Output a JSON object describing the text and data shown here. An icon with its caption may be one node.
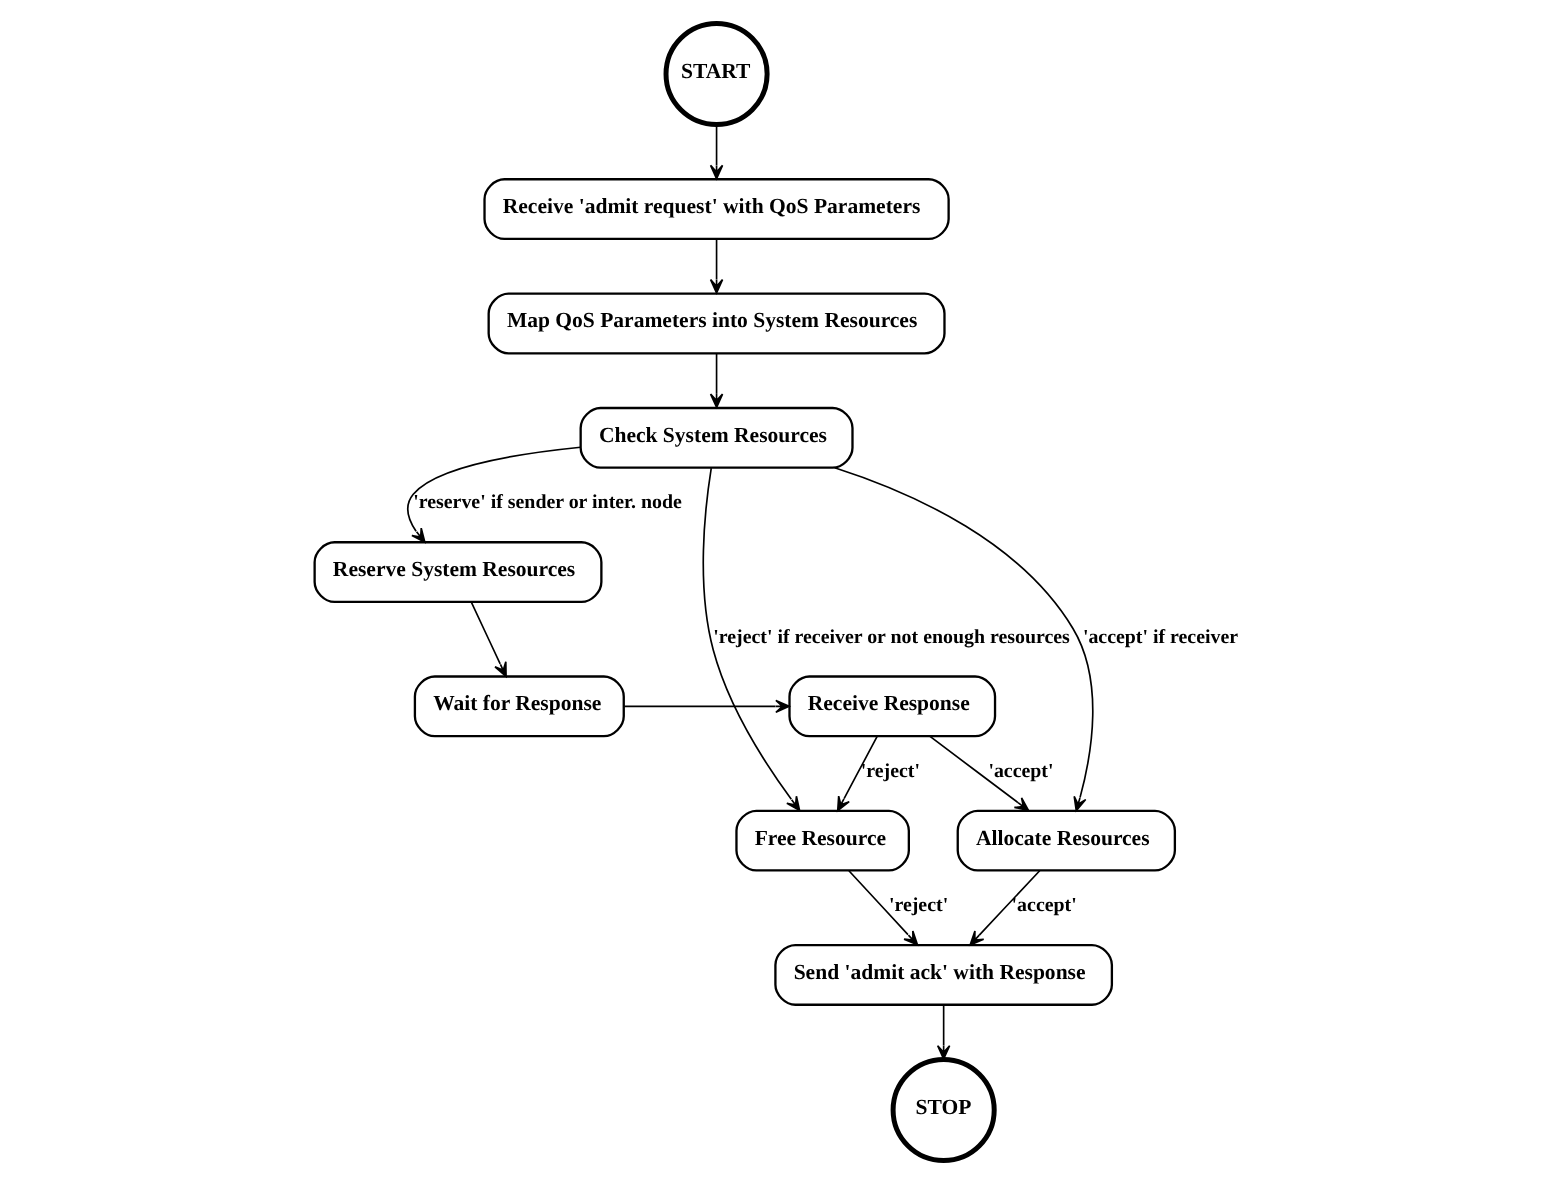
{
  "diagram": {
    "nodes": [
      {
        "text": [
          "START"
        ]
      },
      {
        "text": [
          "Receive 'admit request' with QoS Parameters"
        ]
      },
      {
        "text": [
          "Map QoS Parameters into System Resources"
        ]
      },
      {
        "text": [
          "Check System Resources"
        ]
      },
      {
        "text": [
          "Reserve System Resources"
        ]
      },
      {
        "text": [
          "Wait for Response"
        ]
      },
      {
        "text": [
          "Receive Response"
        ]
      },
      {
        "text": [
          "Free Resource"
        ]
      },
      {
        "text": [
          "Allocate Resources"
        ]
      },
      {
        "text": [
          "Send 'admit ack' with Response"
        ]
      },
      {
        "text": [
          "STOP"
        ]
      }
    ],
    "edges": [
      {
        "from": 0,
        "to": 1,
        "arrow": "to"
      },
      {
        "from": 1,
        "to": 2,
        "arrow": "to"
      },
      {
        "from": 2,
        "to": 3,
        "arrow": "to"
      },
      {
        "from": 3,
        "to": 4,
        "arrow": "to",
        "label": "'reserve' if sender or inter. node"
      },
      {
        "from": 3,
        "to": 8,
        "arrow": "to",
        "label": "'accept' if receiver"
      },
      {
        "from": 3,
        "to": 7,
        "arrow": "to",
        "label": "'reject' if receiver or not enough resources"
      },
      {
        "from": 4,
        "to": 5,
        "arrow": "to"
      },
      {
        "from": 5,
        "to": 6,
        "arrow": "to"
      },
      {
        "from": 6,
        "to": 7,
        "arrow": "to",
        "label": "'reject'"
      },
      {
        "from": 6,
        "to": 8,
        "arrow": "to",
        "label": "'accept'"
      },
      {
        "from": 7,
        "to": 9,
        "arrow": "to",
        "label": "'reject'"
      },
      {
        "from": 8,
        "to": 9,
        "arrow": "to",
        "label": "'accept'"
      },
      {
        "from": 9,
        "to": 10,
        "arrow": "to"
      }
    ]
  }
}
